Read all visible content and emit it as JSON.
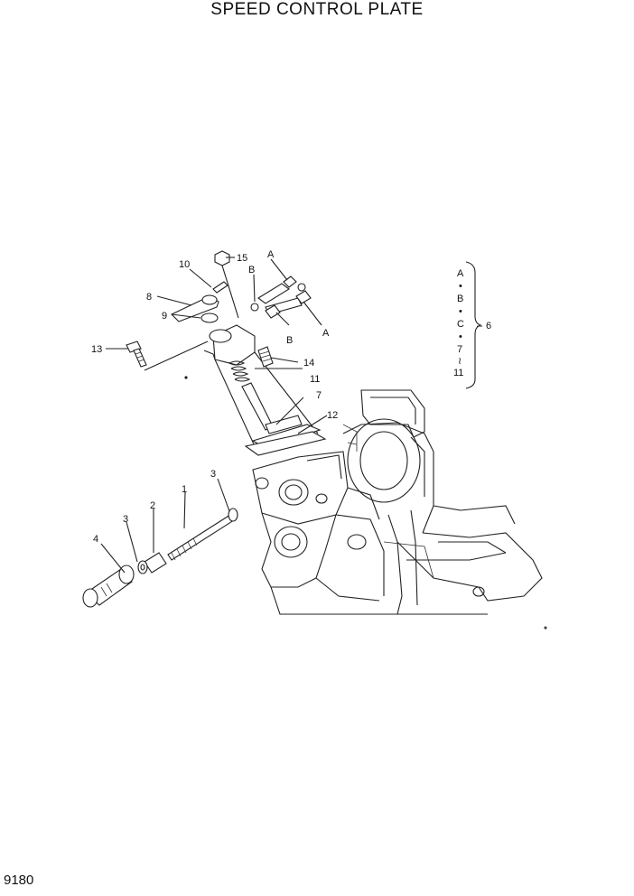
{
  "title": "SPEED CONTROL PLATE",
  "page_code": "9180",
  "callouts": {
    "c1": "1",
    "c2": "2",
    "c3a": "3",
    "c3b": "3",
    "c4": "4",
    "c7": "7",
    "c8": "8",
    "c9": "9",
    "c10": "10",
    "c11": "11",
    "c12": "12",
    "c13": "13",
    "c14": "14",
    "c15": "15",
    "refA1": "A",
    "refA2": "A",
    "refB1": "B",
    "refB2": "B"
  },
  "kit": {
    "items": [
      "A",
      "•",
      "B",
      "•",
      "C",
      "•",
      "7",
      "≀",
      "11"
    ],
    "number": "6",
    "separator": "–"
  }
}
